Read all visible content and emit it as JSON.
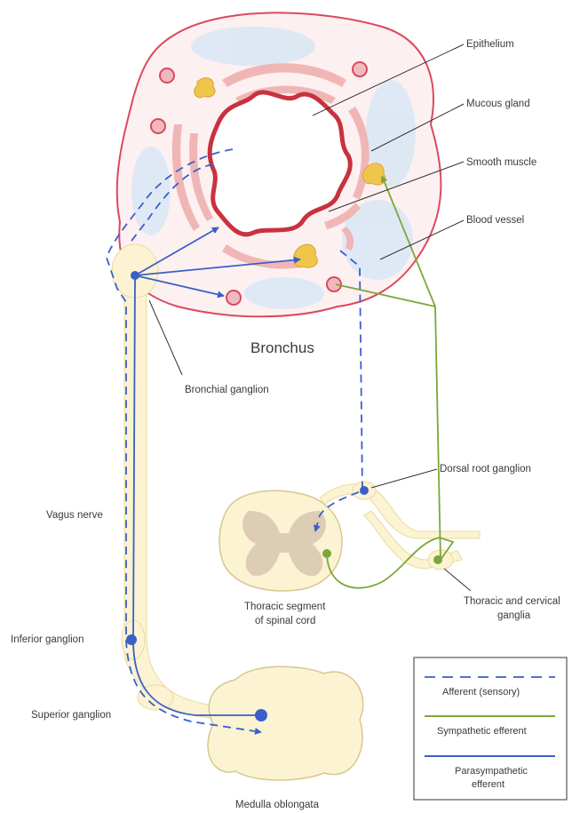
{
  "diagram": {
    "title": "Bronchus",
    "labels": {
      "epithelium": "Epithelium",
      "mucous_gland": "Mucous gland",
      "smooth_muscle": "Smooth muscle",
      "blood_vessel": "Blood vessel",
      "bronchial_ganglion": "Bronchial ganglion",
      "vagus_nerve": "Vagus nerve",
      "dorsal_root_ganglion": "Dorsal root ganglion",
      "thoracic_segment_line1": "Thoracic segment",
      "thoracic_segment_line2": "of spinal cord",
      "thoracic_ganglia_line1": "Thoracic and cervical",
      "thoracic_ganglia_line2": "ganglia",
      "inferior_ganglion": "Inferior ganglion",
      "superior_ganglion": "Superior ganglion",
      "medulla": "Medulla oblongata"
    },
    "legend": {
      "afferent": "Afferent (sensory)",
      "sympathetic": "Sympathetic efferent",
      "parasympathetic_line1": "Parasympathetic",
      "parasympathetic_line2": "efferent"
    },
    "colors": {
      "afferent": "#3b5fc7",
      "sympathetic": "#7aa83a",
      "parasympathetic": "#3b5fc7",
      "nerve_fill": "#fbf3d2",
      "tissue_outline": "#d94a5e",
      "epithelium": "#c8323f",
      "muscle": "#efb0b0",
      "gland": "#dde8f4",
      "ganglion_node": "#f0c64a"
    }
  }
}
